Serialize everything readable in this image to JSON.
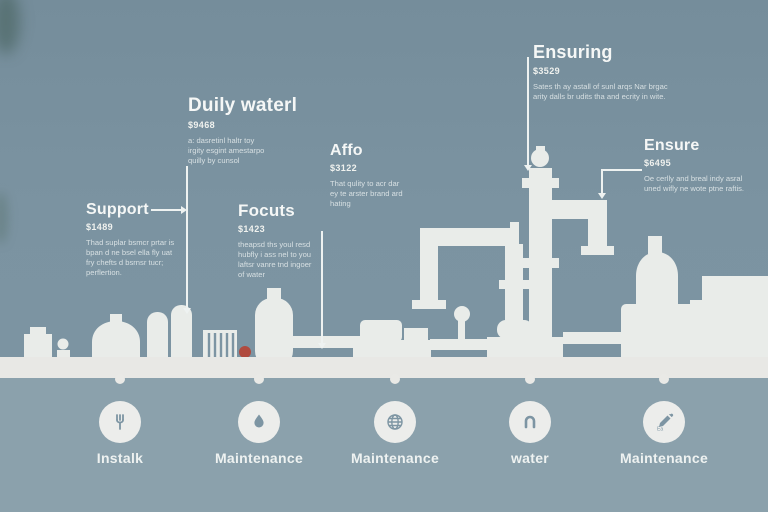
{
  "colors": {
    "background": "#7d95a3",
    "background_lower": "#8ba1ac",
    "bar": "#e8e8e5",
    "silhouette": "#e9ece9",
    "circle": "#ecedeb",
    "icon": "#7d95a3",
    "accent_red": "#b04a3e",
    "text": "#f4f6f5"
  },
  "annotations": [
    {
      "title": "Support",
      "price": "$1489",
      "body": "Thad suplar bsmcr prtar is bpan d ne bsel ella fly uat fry chefts d bsrnsr tucr; perflertion."
    },
    {
      "title": "Duily waterl",
      "price": "$9468",
      "body": "a: dasretinl haltr toy irgity esgint amestarpo quilly by cunsol"
    },
    {
      "title": "Focuts",
      "price": "$1423",
      "body": "theapsd ths youl resd hubfly i ass nel to you laftsr vanre tnd ingoer of water"
    },
    {
      "title": "Affo",
      "price": "$3122",
      "body": "That qulity to acr dar ey te arster brand ard hating"
    },
    {
      "title": "Ensuring",
      "price": "$3529",
      "body": "Sates th ay astall of sunl arqs Nar brgac arity dalls br udits tha and ecrity in wite."
    },
    {
      "title": "Ensure",
      "price": "$6495",
      "body": "Oe cerlly and breal indy asral uned wifly ne wote ptne raftis."
    }
  ],
  "timeline": {
    "items": [
      {
        "label": "Instalk",
        "icon": "fork-icon"
      },
      {
        "label": "Maintenance",
        "icon": "water-drop-icon"
      },
      {
        "label": "Maintenance",
        "icon": "globe-icon"
      },
      {
        "label": "water",
        "icon": "pipe-bend-icon"
      },
      {
        "label": "Maintenance",
        "icon": "pen-icon"
      }
    ]
  }
}
